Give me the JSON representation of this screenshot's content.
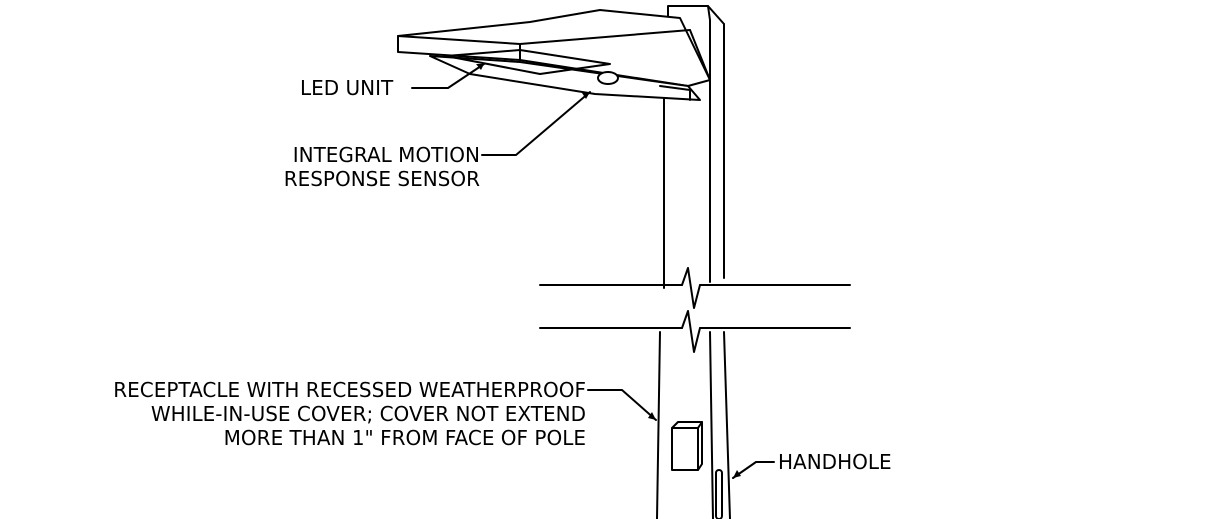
{
  "labels": {
    "led_unit": "LED UNIT",
    "sensor_line1": "INTEGRAL MOTION",
    "sensor_line2": "RESPONSE SENSOR",
    "receptacle_line1": "RECEPTACLE WITH RECESSED WEATHERPROOF",
    "receptacle_line2": "WHILE-IN-USE COVER; COVER NOT EXTEND",
    "receptacle_line3": "MORE THAN 1\" FROM FACE OF POLE",
    "handhole": "HANDHOLE"
  },
  "colors": {
    "line": "#000000",
    "background": "#ffffff"
  }
}
